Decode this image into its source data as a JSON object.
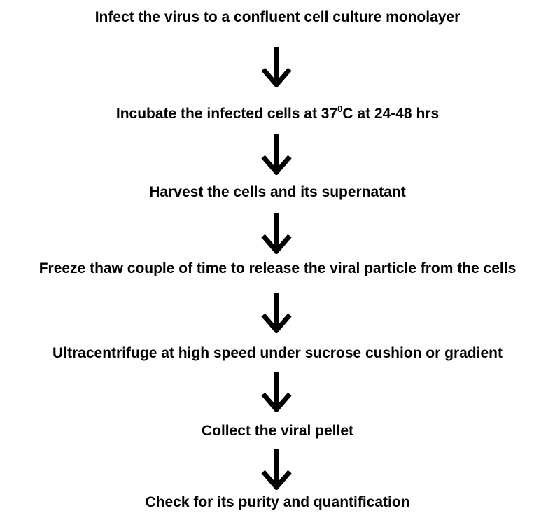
{
  "steps": [
    {
      "text": "Infect the virus to a confluent cell culture monolayer"
    },
    {
      "pre": "Incubate the infected  cells at 37",
      "sup": "0",
      "post": "C at 24-48 hrs"
    },
    {
      "text": "Harvest the cells and its supernatant"
    },
    {
      "text": "Freeze thaw couple of time to release the viral particle from the cells"
    },
    {
      "text": "Ultracentrifuge at high speed under sucrose cushion or gradient"
    },
    {
      "text": "Collect the viral pellet"
    },
    {
      "text": "Check for its purity and quantification"
    }
  ],
  "colors": {
    "text": "#000000",
    "arrow": "#000000",
    "background": "#ffffff"
  },
  "icons": {
    "arrow": "arrow-down-icon"
  }
}
